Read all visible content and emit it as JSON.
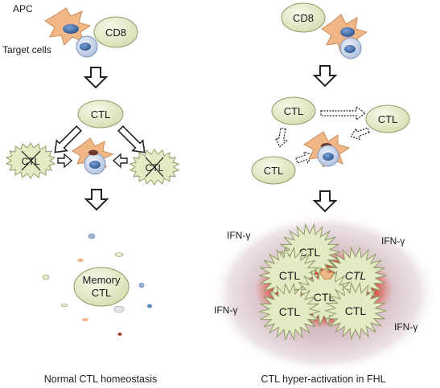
{
  "labels": {
    "apc": "APC",
    "target_cells": "Target cells",
    "cd8": "CD8",
    "ctl": "CTL",
    "memory_line1": "Memory",
    "memory_line2": "CTL",
    "ifn": "IFN-γ"
  },
  "captions": {
    "left": "Normal CTL homeostasis",
    "right": "CTL hyper-activation in FHL"
  },
  "colors": {
    "ctl_fill": "#e4ebc4",
    "ctl_stroke": "#8e9a68",
    "apc_fill": "#f2b787",
    "target_fill": "#c5d4ea",
    "nucleus": "#3f6fae",
    "inflammation_outer": "#e9dde1",
    "inflammation_red": "#e0392b"
  }
}
